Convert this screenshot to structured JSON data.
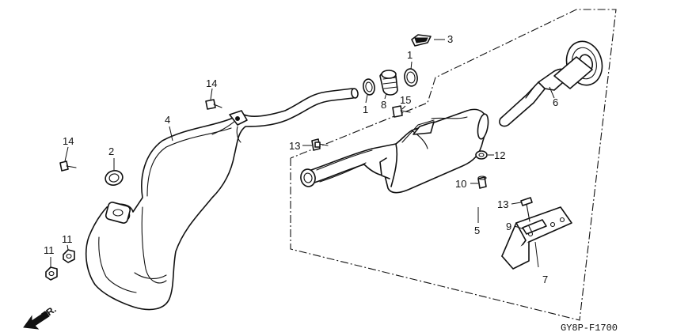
{
  "callouts": {
    "c1a": "1",
    "c1b": "1",
    "c2": "2",
    "c3": "3",
    "c4": "4",
    "c5": "5",
    "c6": "6",
    "c7": "7",
    "c8": "8",
    "c9": "9",
    "c10": "10",
    "c11a": "11",
    "c11b": "11",
    "c12": "12",
    "c13a": "13",
    "c13b": "13",
    "c14a": "14",
    "c14b": "14",
    "c15": "15"
  },
  "front_arrow_label": "FR.",
  "diagram_code": "GY8P-F1700"
}
